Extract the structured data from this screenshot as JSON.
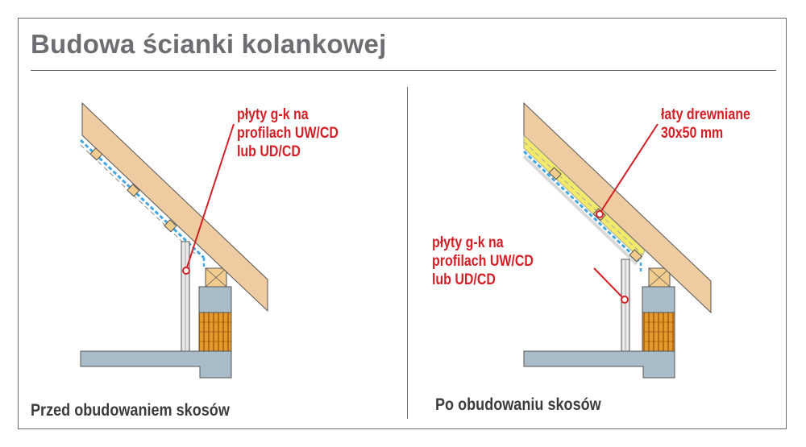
{
  "title": "Budowa ścianki kolankowej",
  "left_panel": {
    "caption": "Przed obudowaniem skosów",
    "label_lines": [
      "płyty g-k na",
      "profilach UW/CD",
      "lub UD/CD"
    ]
  },
  "right_panel": {
    "caption": "Po obudowaniu skosów",
    "label_top_lines": [
      "łaty drewniane",
      "30x50 mm"
    ],
    "label_mid_lines": [
      "płyty g-k na",
      "profilach UW/CD",
      "lub UD/CD"
    ]
  },
  "colors": {
    "title": "#6d6e71",
    "label_red": "#d32027",
    "rafter": "#efcba1",
    "insulation_yellow": "#f4ea6a",
    "vapor_blue": "#42a6e1",
    "concrete": "#a9bcc7",
    "brick": "#e39a2d",
    "wood_batten": "#f2cc8f"
  }
}
